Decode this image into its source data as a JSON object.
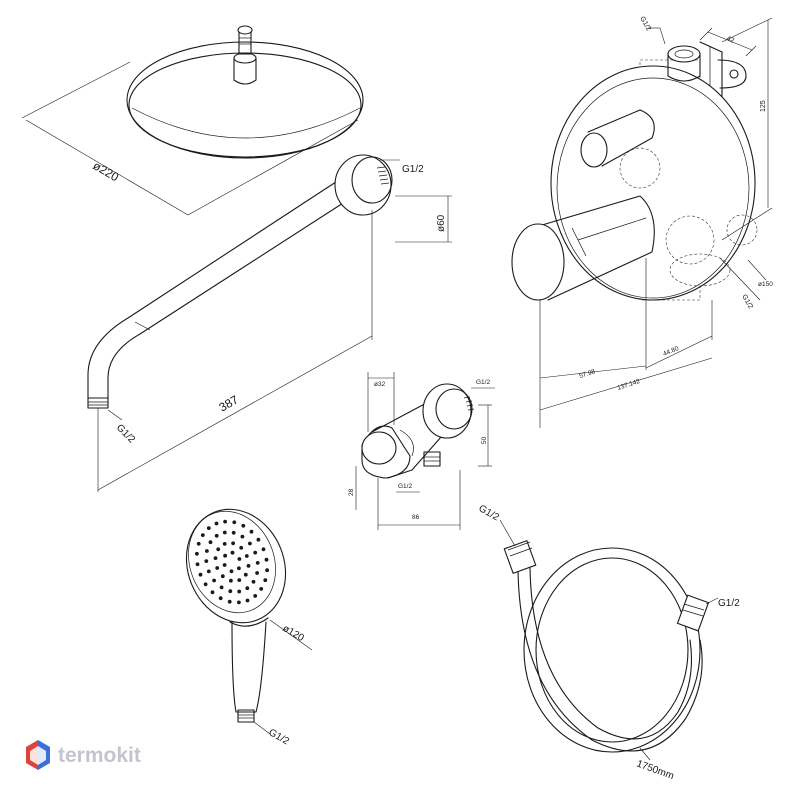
{
  "labels": {
    "head_diameter": "ø220",
    "arm_g12_top": "G1/2",
    "arm_height": "ø60",
    "arm_length": "387",
    "arm_g12_bottom": "G1/2",
    "conn_d1": "ø32",
    "conn_g12_top": "G1/2",
    "conn_h": "50",
    "conn_28": "28",
    "conn_g12_bottom": "G1/2",
    "conn_width": "86",
    "mixer_g12_top": "G1/2",
    "mixer_42": "42",
    "mixer_125": "125",
    "mixer_d150": "ø150",
    "mixer_g12_right": "G1/2",
    "mixer_5798": "57.98",
    "mixer_4480": "44.80",
    "mixer_137": "137.142",
    "hand_d120": "ø120",
    "hand_g12": "G1/2",
    "hose_g12_left": "G1/2",
    "hose_g12_right": "G1/2",
    "hose_length": "1750mm"
  },
  "logo": {
    "text": "termokit",
    "colors": [
      "#e0413a",
      "#3c6ed8",
      "#c2c6cc"
    ]
  }
}
